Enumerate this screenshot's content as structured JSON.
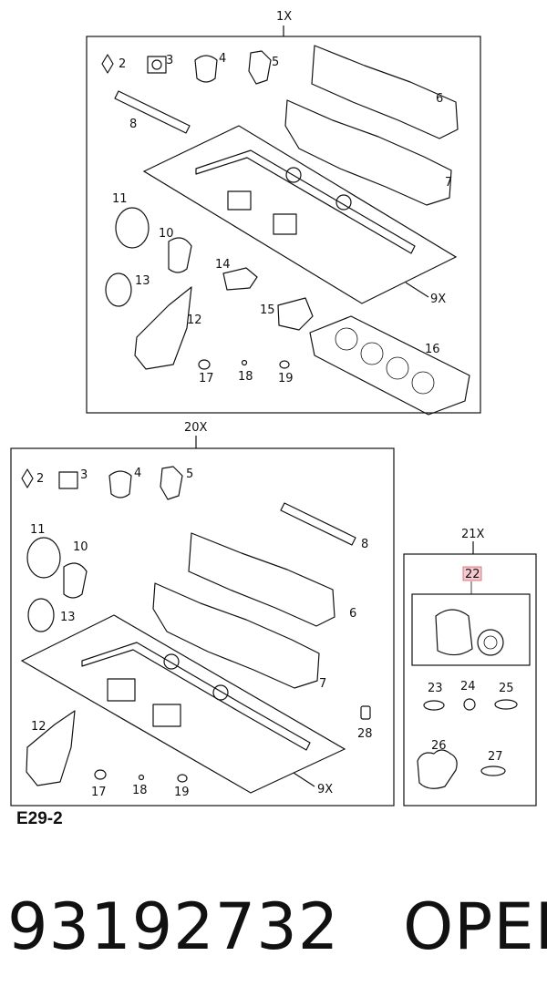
{
  "groups": {
    "top": {
      "qty": "1X",
      "sub_qty": "9X"
    },
    "mid": {
      "qty": "20X",
      "sub_qty": "9X"
    },
    "right": {
      "qty": "21X"
    }
  },
  "callouts": {
    "top": [
      "2",
      "3",
      "4",
      "5",
      "6",
      "7",
      "8",
      "11",
      "10",
      "13",
      "14",
      "12",
      "15",
      "16",
      "17",
      "18",
      "19"
    ],
    "mid": [
      "2",
      "3",
      "4",
      "5",
      "8",
      "11",
      "10",
      "13",
      "6",
      "7",
      "12",
      "28",
      "17",
      "18",
      "19"
    ],
    "right": [
      "22",
      "23",
      "24",
      "25",
      "26",
      "27"
    ]
  },
  "highlight_part": "22",
  "highlight_color": "#f4c9cd",
  "figure_code": "E29-2",
  "part_number": "93192732",
  "brand": "OPEL"
}
